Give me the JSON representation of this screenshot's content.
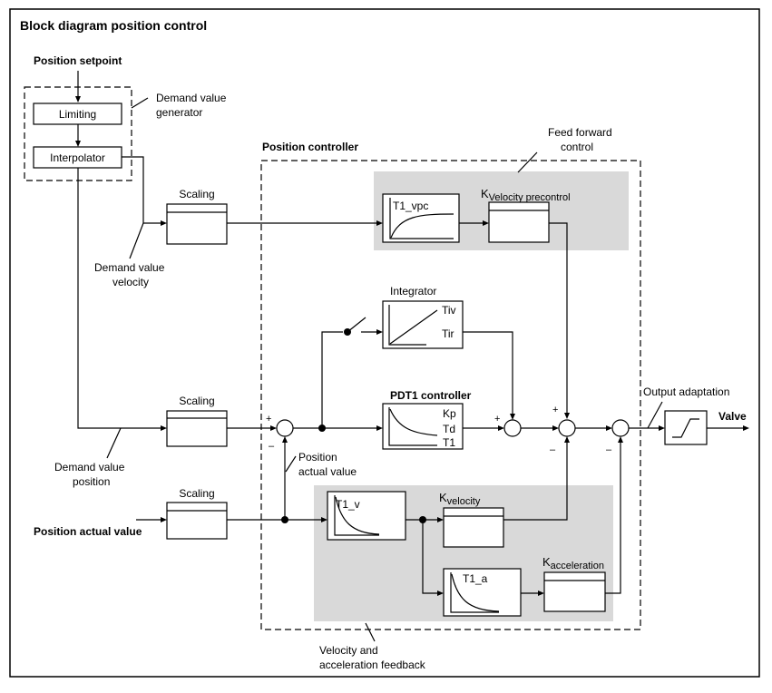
{
  "title": "Block diagram position control",
  "labels": {
    "position_setpoint": "Position setpoint",
    "limiting": "Limiting",
    "interpolator": "Interpolator",
    "demand_value_generator_1": "Demand value",
    "demand_value_generator_2": "generator",
    "position_controller": "Position controller",
    "feed_forward_1": "Feed forward",
    "feed_forward_2": "control",
    "scaling_top": "Scaling",
    "scaling_mid": "Scaling",
    "scaling_bottom": "Scaling",
    "demand_value_velocity_1": "Demand value",
    "demand_value_velocity_2": "velocity",
    "t1_vpc": "T1_vpc",
    "k_letter_vpc": "K",
    "k_sub_vpc": "Velocity precontrol",
    "integrator": "Integrator",
    "tiv": "Tiv",
    "tir": "Tir",
    "pdt1": "PDT1 controller",
    "kp": "Kp",
    "td": "Td",
    "t1": "T1",
    "output_adaptation": "Output adaptation",
    "valve": "Valve",
    "demand_value_position_1": "Demand value",
    "demand_value_position_2": "position",
    "position_actual_1": "Position",
    "position_actual_2": "actual value",
    "position_actual_value": "Position actual value",
    "t1_v": "T1_v",
    "k_letter_velocity": "K",
    "k_sub_velocity": "velocity",
    "t1_a": "T1_a",
    "k_letter_accel": "K",
    "k_sub_accel": "acceleration",
    "vel_acc_fb_1": "Velocity and",
    "vel_acc_fb_2": "acceleration feedback",
    "plus": "+",
    "minus": "–"
  }
}
